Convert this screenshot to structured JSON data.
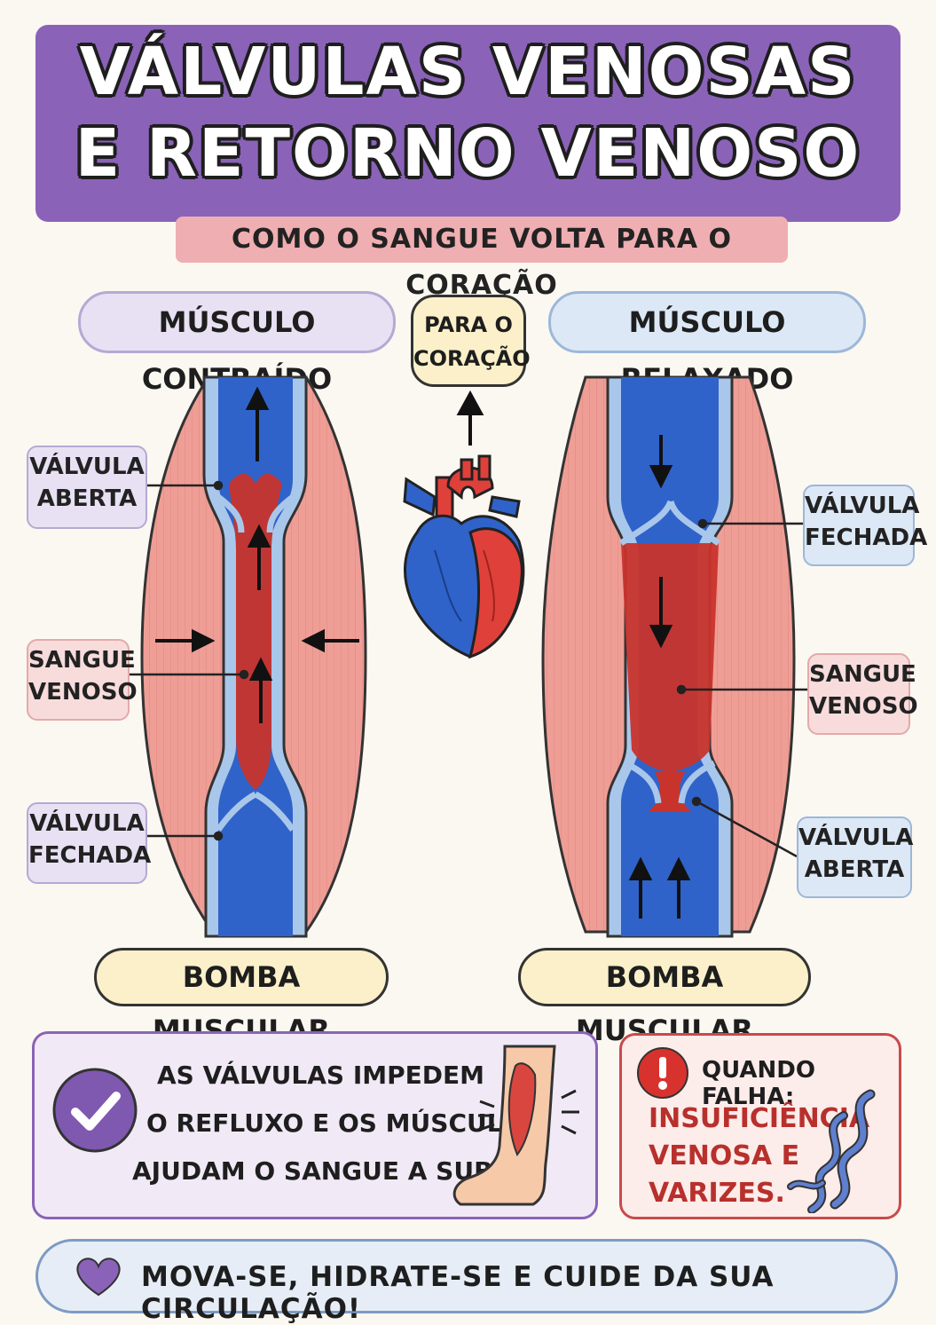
{
  "title": {
    "line1": "VÁLVULAS VENOSAS",
    "line2": "E RETORNO VENOSO"
  },
  "subtitle": "COMO O SANGUE VOLTA PARA O CORAÇÃO",
  "left_panel": {
    "header": "MÚSCULO CONTRAÍDO",
    "label_valve_open_1": "VÁLVULA",
    "label_valve_open_2": "ABERTA",
    "label_blood_1": "SANGUE",
    "label_blood_2": "VENOSO",
    "label_valve_closed_1": "VÁLVULA",
    "label_valve_closed_2": "FECHADA",
    "footer": "BOMBA MUSCULAR"
  },
  "center": {
    "to_heart_1": "PARA O",
    "to_heart_2": "CORAÇÃO"
  },
  "right_panel": {
    "header": "MÚSCULO RELAXADO",
    "label_valve_closed_1": "VÁLVULA",
    "label_valve_closed_2": "FECHADA",
    "label_blood_1": "SANGUE",
    "label_blood_2": "VENOSO",
    "label_valve_open_1": "VÁLVULA",
    "label_valve_open_2": "ABERTA",
    "footer": "BOMBA MUSCULAR"
  },
  "info_box": {
    "line1": "AS VÁLVULAS IMPEDEM",
    "line2": "O REFLUXO E OS MÚSCULOS",
    "line3": "AJUDAM O SANGUE A SUBIR."
  },
  "warning_box": {
    "heading": "QUANDO FALHA:",
    "line1": "INSUFICIÊNCIA",
    "line2": "VENOSA E",
    "line3": "VARIZES."
  },
  "bottom_message": "MOVA-SE, HIDRATE-SE E CUIDE DA SUA CIRCULAÇÃO!",
  "colors": {
    "title_band": "#8a63b8",
    "vein_blue": "#2f63c9",
    "blood_red": "#c8342c",
    "muscle_pink": "#ef9a94",
    "warning_red": "#c94a4a"
  },
  "icons": [
    "check-icon",
    "exclamation-icon",
    "heart-icon",
    "anatomical-heart-icon",
    "calf-leg-icon",
    "varicose-vein-icon"
  ]
}
